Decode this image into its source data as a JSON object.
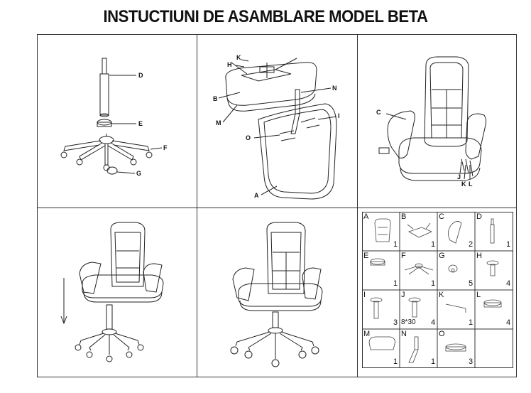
{
  "title": "INSTUCTIUNI DE ASAMBLARE MODEL BETA",
  "step1": {
    "labels": [
      "D",
      "E",
      "F",
      "G"
    ]
  },
  "step2": {
    "labels": [
      "K",
      "H",
      "B",
      "M",
      "N",
      "I",
      "O",
      "A"
    ]
  },
  "step3": {
    "labels": [
      "C",
      "J",
      "K",
      "L"
    ]
  },
  "parts": [
    {
      "letter": "A",
      "qty": "1",
      "note": ""
    },
    {
      "letter": "B",
      "qty": "1",
      "note": ""
    },
    {
      "letter": "C",
      "qty": "2",
      "note": ""
    },
    {
      "letter": "D",
      "qty": "1",
      "note": ""
    },
    {
      "letter": "E",
      "qty": "1",
      "note": ""
    },
    {
      "letter": "F",
      "qty": "1",
      "note": ""
    },
    {
      "letter": "G",
      "qty": "5",
      "note": ""
    },
    {
      "letter": "H",
      "qty": "4",
      "note": ""
    },
    {
      "letter": "I",
      "qty": "3",
      "note": ""
    },
    {
      "letter": "J",
      "qty": "4",
      "note": "8*30"
    },
    {
      "letter": "K",
      "qty": "1",
      "note": ""
    },
    {
      "letter": "L",
      "qty": "4",
      "note": ""
    },
    {
      "letter": "M",
      "qty": "1",
      "note": ""
    },
    {
      "letter": "N",
      "qty": "1",
      "note": ""
    },
    {
      "letter": "O",
      "qty": "3",
      "note": ""
    }
  ]
}
